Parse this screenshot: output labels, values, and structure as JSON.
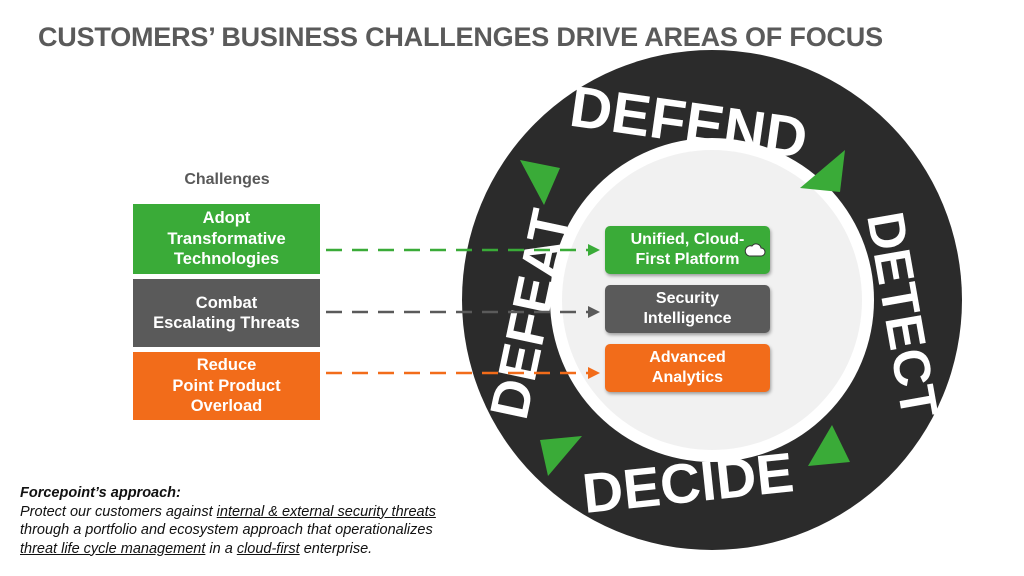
{
  "title": "CUSTOMERS’ BUSINESS CHALLENGES DRIVE AREAS OF FOCUS",
  "challenges": {
    "label": "Challenges",
    "items": [
      {
        "text": "Adopt\nTransformative\nTechnologies",
        "color": "#3aab38"
      },
      {
        "text": "Combat\nEscalating Threats",
        "color": "#5a5a5a"
      },
      {
        "text": "Reduce\nPoint Product\nOverload",
        "color": "#f26c1a"
      }
    ]
  },
  "focus_areas": [
    {
      "text": "Unified, Cloud-\nFirst Platform",
      "icon": "cloud-icon"
    },
    {
      "text": "Security\nIntelligence"
    },
    {
      "text": "Advanced\nAnalytics"
    }
  ],
  "ring": {
    "words": [
      "DEFEND",
      "DETECT",
      "DECIDE",
      "DEFEAT"
    ],
    "ring_color": "#2b2b2b",
    "arrow_color": "#3aab38"
  },
  "approach": {
    "heading": "Forcepoint’s approach:",
    "line1_pre": "Protect our customers against ",
    "line1_link": "internal & external security threats",
    "line2": "through a portfolio and ecosystem approach that operationalizes",
    "line3_link1": "threat life cycle management",
    "line3_mid": " in a ",
    "line3_link2": "cloud-first",
    "line3_post": " enterprise."
  }
}
